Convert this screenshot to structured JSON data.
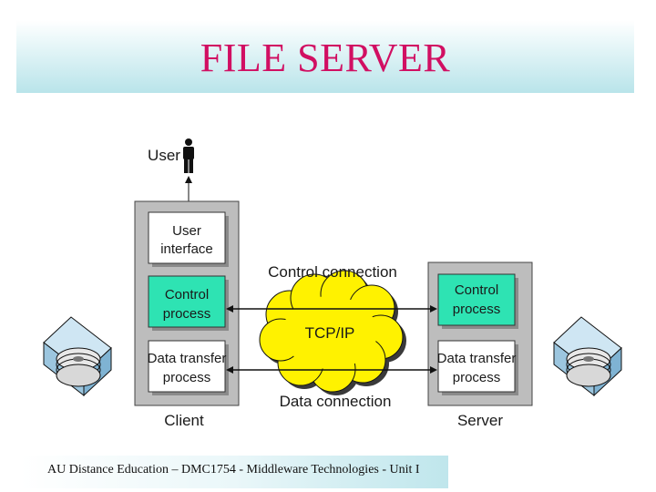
{
  "title": "FILE SERVER",
  "diagram": {
    "user_label": "User",
    "client": {
      "label": "Client",
      "user_interface": [
        "User",
        "interface"
      ],
      "control_process": [
        "Control",
        "process"
      ],
      "data_transfer_process": [
        "Data transfer",
        "process"
      ]
    },
    "server": {
      "label": "Server",
      "control_process": [
        "Control",
        "process"
      ],
      "data_transfer_process": [
        "Data transfer",
        "process"
      ]
    },
    "network_label": "TCP/IP",
    "control_connection_label": "Control connection",
    "data_connection_label": "Data connection"
  },
  "colors": {
    "title": "#d10f62",
    "control_box": "#2ee3b3",
    "cloud": "#fff200",
    "container": "#bdbdbd"
  },
  "footer": "AU Distance Education – DMC1754 - Middleware Technologies  - Unit I"
}
